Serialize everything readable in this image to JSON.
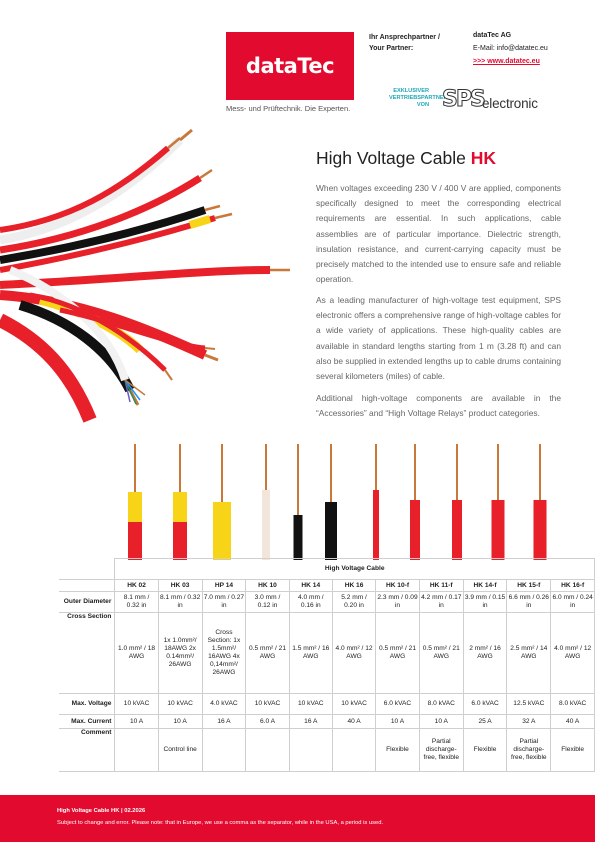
{
  "header": {
    "logo_text": "dataTec",
    "tagline": "Mess- und Prüftechnik. Die Experten.",
    "contact_label_1": "Ihr Ansprechpartner /",
    "contact_label_2": "Your Partner:",
    "company": "dataTec AG",
    "email": "E-Mail: info@datatec.eu",
    "website": ">>> www.datatec.eu",
    "partner_line_1": "EXKLUSIVER",
    "partner_line_2": "VERTRIEBSPARTNER",
    "partner_line_3": "VON",
    "sps_mark": "SPS",
    "sps_word": "electronic"
  },
  "title": {
    "main": "High Voltage Cable",
    "accent": "HK"
  },
  "paragraphs": [
    "When voltages exceeding 230 V / 400 V are applied, components specifically designed to meet the corresponding electrical requirements are essential. In such applications, cable assemblies are of particular importance. Dielectric strength, insulation resistance, and current-carrying capacity must be precisely matched to the intended use to ensure safe and reliable operation.",
    "As a leading manufacturer of high-voltage test equipment, SPS electronic offers a comprehensive range of high-voltage cables for a wide variety of applications. These high-quality cables are available in standard lengths starting from 1 m (3.28 ft) and can also be supplied in extended lengths up to cable drums containing several kilometers (miles) of cable.",
    "Additional high-voltage components are available in the “Accessories” and “High Voltage Relays” product categories."
  ],
  "table": {
    "caption": "High Voltage Cable",
    "columns": [
      "HK 02",
      "HK 03",
      "HP 14",
      "HK 10",
      "HK 14",
      "HK 16",
      "HK 10-f",
      "HK 11-f",
      "HK 14-f",
      "HK 15-f",
      "HK 16-f"
    ],
    "rows": [
      {
        "label": "Outer Diameter",
        "cells": [
          "8.1 mm / 0.32 in",
          "8.1 mm / 0.32 in",
          "7.0 mm / 0.27 in",
          "3.0 mm / 0.12 in",
          "4.0 mm / 0.16 in",
          "5.2 mm / 0.20 in",
          "2.3 mm / 0.09 in",
          "4.2 mm / 0.17 in",
          "3.9 mm / 0.15 in",
          "6.6 mm / 0.26 in",
          "6.0 mm / 0.24 in"
        ]
      },
      {
        "label": "Cross Section",
        "cells": [
          "1.0 mm² / 18 AWG",
          "1x 1.0mm²/ 18AWG 2x 0.14mm²/ 26AWG",
          "Cross Section: 1x 1.5mm²/ 16AWG 4x 0,14mm²/ 26AWG",
          "0.5 mm² / 21 AWG",
          "1.5 mm² / 16 AWG",
          "4.0 mm² / 12 AWG",
          "0.5 mm² / 21 AWG",
          "0.5 mm² / 21 AWG",
          "2 mm² / 16 AWG",
          "2.5 mm² / 14 AWG",
          "4.0 mm² / 12 AWG"
        ]
      },
      {
        "label": "Max. Voltage",
        "cells": [
          "10 kVAC",
          "10 kVAC",
          "4.0 kVAC",
          "10 kVAC",
          "10 kVAC",
          "10 kVAC",
          "6.0 kVAC",
          "8.0 kVAC",
          "6.0 kVAC",
          "12.5 kVAC",
          "8.0 kVAC"
        ]
      },
      {
        "label": "Max. Current",
        "cells": [
          "10 A",
          "10 A",
          "16 A",
          "6.0 A",
          "16 A",
          "40 A",
          "10 A",
          "10 A",
          "25 A",
          "32 A",
          "40 A"
        ]
      },
      {
        "label": "Comment",
        "cells": [
          "",
          "Control line",
          "",
          "",
          "",
          "",
          "Flexible",
          "Partial discharge-free, flexible",
          "Flexible",
          "Partial discharge-free, flexible",
          "Flexible"
        ]
      }
    ]
  },
  "footer": {
    "title": "High Voltage Cable HK | 02.2026",
    "note": "Subject to change and error. Please note: that in Europe, we use a comma as the separator, while in the USA, a period is used."
  },
  "colors": {
    "brand_red": "#e30a2f",
    "partner_teal": "#1aa7b5",
    "cable_red": "#e8202a",
    "cable_yellow": "#f7d417",
    "copper": "#c8793a"
  },
  "icons": [
    "datatec-logo",
    "sps-electronic-logo",
    "cable-bundle-illustration"
  ]
}
